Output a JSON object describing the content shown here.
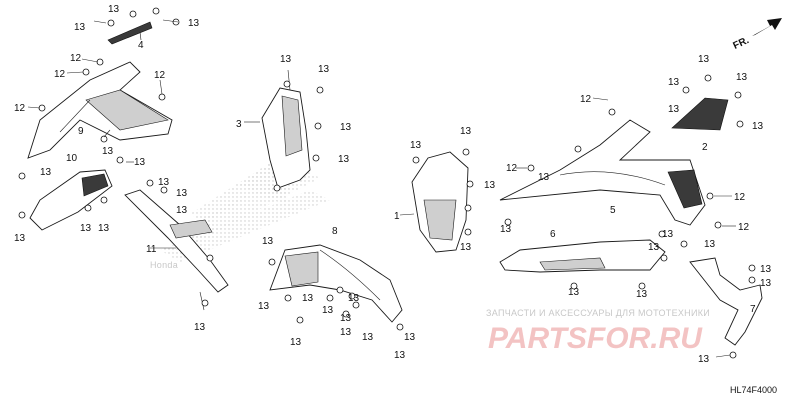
{
  "diagram": {
    "direction_label": "FR.",
    "drawing_code": "HL74F4000",
    "watermark_brand_text": "Honda",
    "watermark_caption": "ЗАПЧАСТИ И АКСЕССУАРЫ ДЛЯ МОТОТЕХНИКИ",
    "watermark_logo": "PARTSFOR.RU",
    "part_numbers": [
      "1",
      "2",
      "3",
      "4",
      "5",
      "6",
      "7",
      "8",
      "9",
      "10",
      "11",
      "12",
      "13"
    ],
    "callouts": [
      {
        "id": "c1",
        "text": "13"
      },
      {
        "id": "c2",
        "text": "13"
      },
      {
        "id": "c3",
        "text": "13"
      },
      {
        "id": "c4",
        "text": "4"
      },
      {
        "id": "c5",
        "text": "12"
      },
      {
        "id": "c6",
        "text": "12"
      },
      {
        "id": "c7",
        "text": "12"
      },
      {
        "id": "c8",
        "text": "12"
      },
      {
        "id": "c9",
        "text": "9"
      },
      {
        "id": "c10",
        "text": "13"
      },
      {
        "id": "c11",
        "text": "10"
      },
      {
        "id": "c12",
        "text": "13"
      },
      {
        "id": "c13",
        "text": "13"
      },
      {
        "id": "c14",
        "text": "13"
      },
      {
        "id": "c15",
        "text": "13"
      },
      {
        "id": "c16",
        "text": "13"
      },
      {
        "id": "c17",
        "text": "13"
      },
      {
        "id": "c18",
        "text": "13"
      },
      {
        "id": "c19",
        "text": "13"
      },
      {
        "id": "c20",
        "text": "11"
      },
      {
        "id": "c21",
        "text": "13"
      },
      {
        "id": "c22",
        "text": "13"
      },
      {
        "id": "c23",
        "text": "13"
      },
      {
        "id": "c24",
        "text": "3"
      },
      {
        "id": "c25",
        "text": "13"
      },
      {
        "id": "c26",
        "text": "13"
      },
      {
        "id": "c27",
        "text": "13"
      },
      {
        "id": "c28",
        "text": "8"
      },
      {
        "id": "c29",
        "text": "13"
      },
      {
        "id": "c30",
        "text": "13"
      },
      {
        "id": "c31",
        "text": "13"
      },
      {
        "id": "c32",
        "text": "13"
      },
      {
        "id": "c33",
        "text": "13"
      },
      {
        "id": "c34",
        "text": "13"
      },
      {
        "id": "c35",
        "text": "13"
      },
      {
        "id": "c36",
        "text": "13"
      },
      {
        "id": "c37",
        "text": "13"
      },
      {
        "id": "c38",
        "text": "13"
      },
      {
        "id": "c39",
        "text": "1"
      },
      {
        "id": "c40",
        "text": "13"
      },
      {
        "id": "c41",
        "text": "13"
      },
      {
        "id": "c42",
        "text": "12"
      },
      {
        "id": "c43",
        "text": "12"
      },
      {
        "id": "c44",
        "text": "5"
      },
      {
        "id": "c45",
        "text": "13"
      },
      {
        "id": "c46",
        "text": "6"
      },
      {
        "id": "c47",
        "text": "13"
      },
      {
        "id": "c48",
        "text": "13"
      },
      {
        "id": "c49",
        "text": "13"
      },
      {
        "id": "c50",
        "text": "13"
      },
      {
        "id": "c51",
        "text": "13"
      },
      {
        "id": "c52",
        "text": "13"
      },
      {
        "id": "c53",
        "text": "2"
      },
      {
        "id": "c54",
        "text": "13"
      },
      {
        "id": "c55",
        "text": "12"
      },
      {
        "id": "c56",
        "text": "12"
      },
      {
        "id": "c57",
        "text": "13"
      },
      {
        "id": "c58",
        "text": "13"
      },
      {
        "id": "c59",
        "text": "13"
      },
      {
        "id": "c60",
        "text": "13"
      },
      {
        "id": "c61",
        "text": "13"
      },
      {
        "id": "c62",
        "text": "7"
      },
      {
        "id": "c63",
        "text": "13"
      },
      {
        "id": "c64",
        "text": "13"
      },
      {
        "id": "c65",
        "text": "13"
      },
      {
        "id": "c66",
        "text": "13"
      }
    ]
  }
}
